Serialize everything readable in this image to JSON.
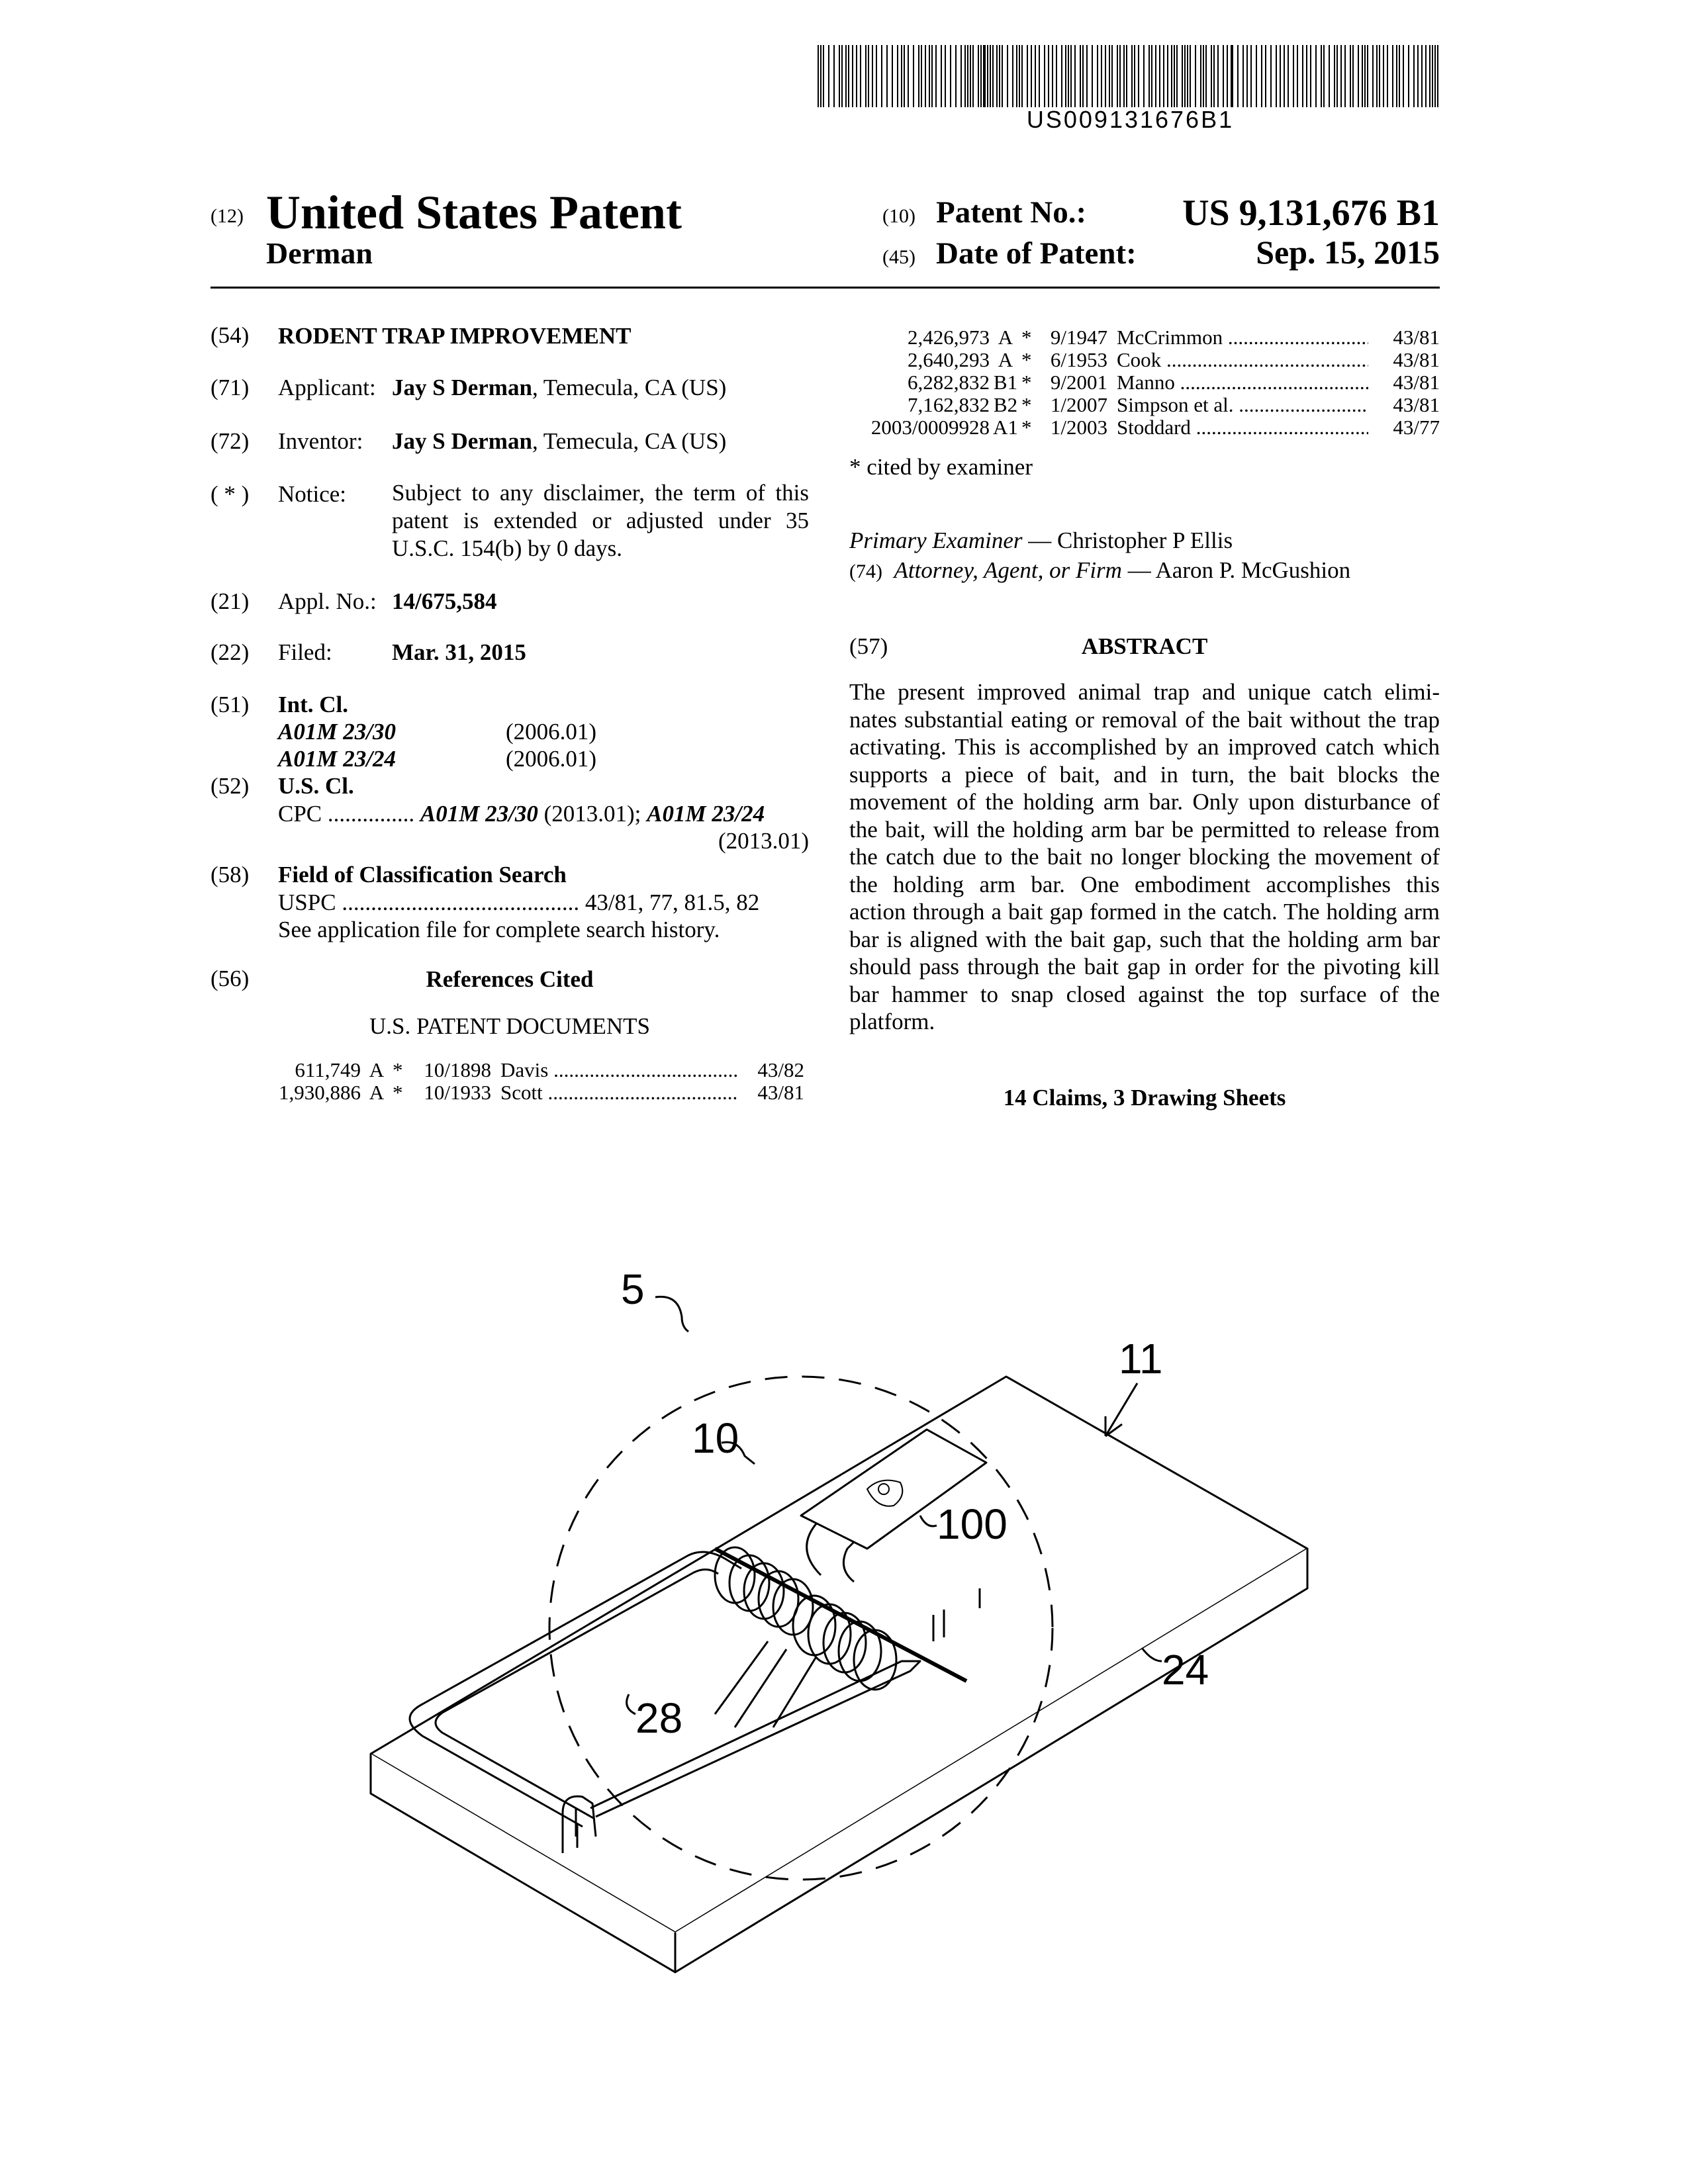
{
  "barcode_text": "US009131676B1",
  "header": {
    "code_12": "(12)",
    "title": "United States Patent",
    "inventor_short": "Derman",
    "code_10": "(10)",
    "patent_no_label": "Patent No.:",
    "patent_no": "US 9,131,676 B1",
    "code_45": "(45)",
    "date_label": "Date of Patent:",
    "date": "Sep. 15, 2015"
  },
  "left": {
    "title": {
      "code": "(54)",
      "value": "RODENT TRAP IMPROVEMENT"
    },
    "applicant": {
      "code": "(71)",
      "label": "Applicant:",
      "name": "Jay S Derman",
      "loc": ", Temecula, CA (US)"
    },
    "inventor": {
      "code": "(72)",
      "label": "Inventor:",
      "name": "Jay S Derman",
      "loc": ", Temecula, CA (US)"
    },
    "notice": {
      "code": "( * )",
      "label": "Notice:",
      "lines": [
        "Subject to any disclaimer, the term of this",
        "patent is extended or adjusted under 35",
        "U.S.C. 154(b) by 0 days."
      ]
    },
    "appl": {
      "code": "(21)",
      "label": "Appl. No.:",
      "value": "14/675,584"
    },
    "filed": {
      "code": "(22)",
      "label": "Filed:",
      "value": "Mar. 31, 2015"
    },
    "intcl": {
      "code": "(51)",
      "label": "Int. Cl.",
      "rows": [
        {
          "cls": "A01M 23/30",
          "ver": "(2006.01)"
        },
        {
          "cls": "A01M 23/24",
          "ver": "(2006.01)"
        }
      ]
    },
    "uscl": {
      "code": "(52)",
      "label": "U.S. Cl.",
      "cpc_label": "CPC",
      "cpc_dots": "...............",
      "cpc1": "A01M 23/30",
      "cpc1_ver": "(2013.01);",
      "cpc2": "A01M 23/24",
      "cpc2_ver": "(2013.01)"
    },
    "field": {
      "code": "(58)",
      "label": "Field of Classification Search",
      "uspc_label": "USPC",
      "uspc_dots": ".........................................",
      "uspc_value": "43/81, 77, 81.5, 82",
      "note": "See application file for complete search history."
    },
    "refs": {
      "code": "(56)",
      "label": "References Cited",
      "sub": "U.S. PATENT DOCUMENTS",
      "rows": [
        {
          "num": "611,749",
          "kind": "A",
          "star": "*",
          "date": "10/1898",
          "name": "Davis",
          "cls": "43/82"
        },
        {
          "num": "1,930,886",
          "kind": "A",
          "star": "*",
          "date": "10/1933",
          "name": "Scott",
          "cls": "43/81"
        }
      ]
    }
  },
  "right": {
    "refs": [
      {
        "num": "2,426,973",
        "kind": "A",
        "star": "*",
        "date": "9/1947",
        "name": "McCrimmon",
        "cls": "43/81"
      },
      {
        "num": "2,640,293",
        "kind": "A",
        "star": "*",
        "date": "6/1953",
        "name": "Cook",
        "cls": "43/81"
      },
      {
        "num": "6,282,832",
        "kind": "B1",
        "star": "*",
        "date": "9/2001",
        "name": "Manno",
        "cls": "43/81"
      },
      {
        "num": "7,162,832",
        "kind": "B2",
        "star": "*",
        "date": "1/2007",
        "name": "Simpson et al.",
        "cls": "43/81"
      },
      {
        "num": "2003/0009928",
        "kind": "A1",
        "star": "*",
        "date": "1/2003",
        "name": "Stoddard",
        "cls": "43/77"
      }
    ],
    "cited_note": "* cited by examiner",
    "examiner_label": "Primary Examiner",
    "examiner": " — Christopher P Ellis",
    "attorney_code": "(74)",
    "attorney_label": "Attorney, Agent, or Firm",
    "attorney": " — Aaron P. McGushion",
    "abstract_code": "(57)",
    "abstract_label": "ABSTRACT",
    "abstract_lines": [
      "The present improved animal trap and unique catch elimi-",
      "nates substantial eating or removal of the bait without the trap",
      "activating. This is accomplished by an improved catch which",
      "supports a piece of bait, and in turn, the bait blocks the",
      "movement of the holding arm bar. Only upon disturbance of",
      "the bait, will the holding arm bar be permitted to release from",
      "the catch due to the bait no longer blocking the movement of",
      "the holding arm bar. One embodiment accomplishes this",
      "action through a bait gap formed in the catch. The holding arm",
      "bar is aligned with the bait gap, such that the holding arm bar",
      "should pass through the bait gap in order for the pivoting kill",
      "bar hammer to snap closed against the top surface of the",
      "platform."
    ],
    "claims": "14 Claims, 3 Drawing Sheets"
  },
  "figure": {
    "labels": {
      "l11": "11",
      "l5": "5",
      "l10": "10",
      "l100": "100",
      "l28": "28",
      "l24": "24"
    }
  }
}
